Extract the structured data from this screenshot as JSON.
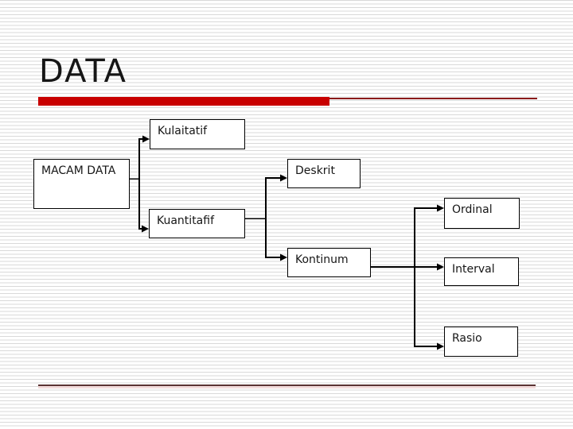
{
  "slide": {
    "title": "DATA",
    "colors": {
      "accent_bar": "#c80000",
      "accent_thin_line": "#8b1a1a",
      "footer_line": "#5a3434",
      "background_stripe": "#d9d9d9",
      "node_border": "#000000",
      "node_fill": "#ffffff",
      "text": "#161616"
    }
  },
  "diagram": {
    "root": {
      "label": "MACAM DATA"
    },
    "nodes": {
      "kualitatif": {
        "label": "Kulaitatif"
      },
      "kuantitatif": {
        "label": "Kuantitafif"
      },
      "deskrit": {
        "label": "Deskrit"
      },
      "kontinum": {
        "label": "Kontinum"
      },
      "ordinal": {
        "label": "Ordinal"
      },
      "interval": {
        "label": "Interval"
      },
      "rasio": {
        "label": "Rasio"
      }
    }
  }
}
